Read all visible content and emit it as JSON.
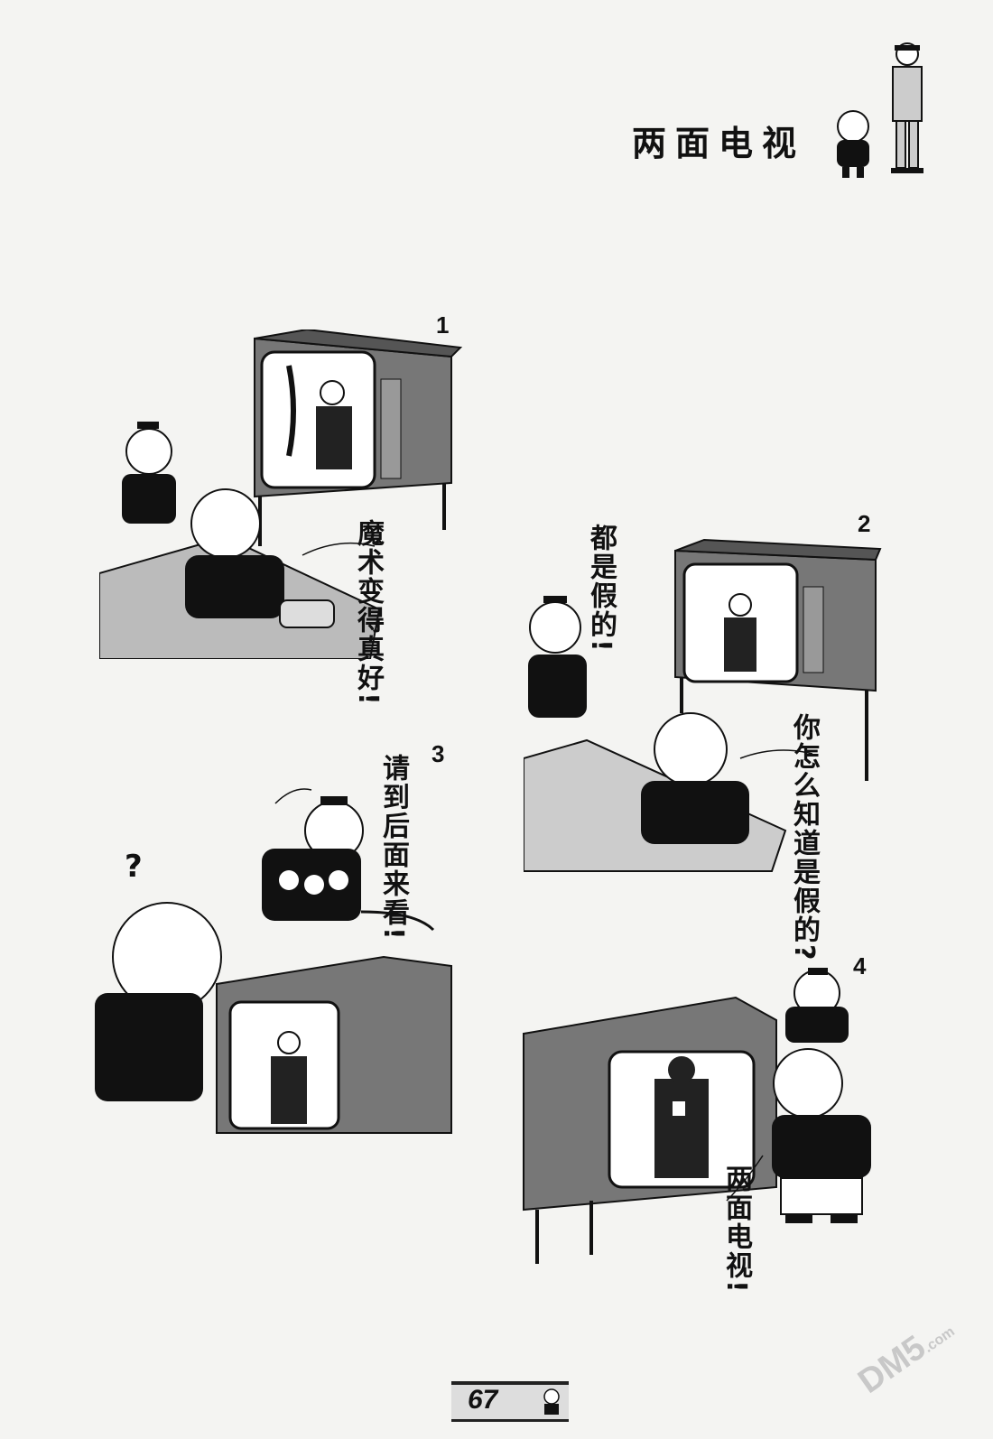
{
  "page": {
    "title": "两面电视",
    "page_number": "67",
    "watermark": "DM5",
    "watermark_suffix": ".com"
  },
  "panels": [
    {
      "number": "1",
      "speech": [
        "魔术变得真好!"
      ]
    },
    {
      "number": "2",
      "speech": [
        "都是假的!",
        "你怎么知道是假的?"
      ]
    },
    {
      "number": "3",
      "speech": [
        "请到后面来看!"
      ],
      "question_mark": "?"
    },
    {
      "number": "4",
      "speech": [
        "两面电视!"
      ]
    }
  ]
}
